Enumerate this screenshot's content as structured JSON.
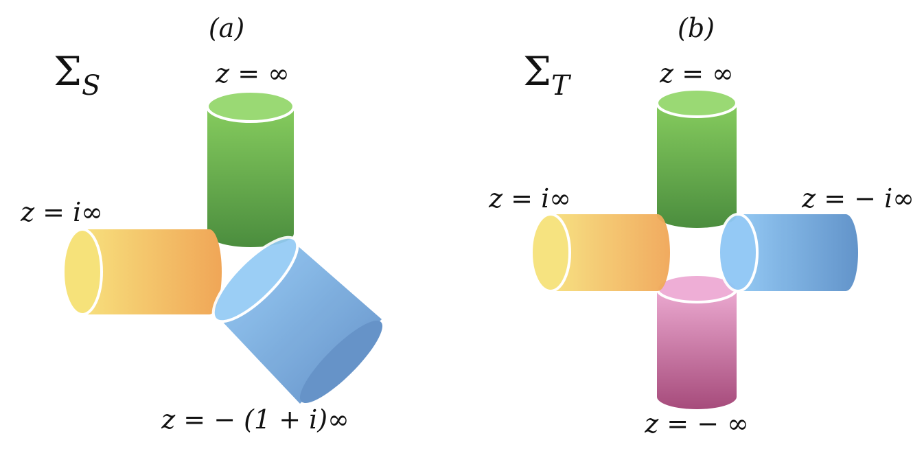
{
  "panel_a": {
    "tag": "(a)",
    "surface_symbol": "Σ",
    "surface_subscript": "S",
    "labels": {
      "top": "z = ∞",
      "left": "z = i∞",
      "bottom": "z = − (1 + i)∞"
    }
  },
  "panel_b": {
    "tag": "(b)",
    "surface_symbol": "Σ",
    "surface_subscript": "T",
    "labels": {
      "top": "z = ∞",
      "left": "z = i∞",
      "right": "z = − i∞",
      "bottom": "z = − ∞"
    }
  },
  "colors": {
    "green_light": "#9bdc74",
    "green_dark": "#4a8c3d",
    "yellow": "#f6e27a",
    "orange": "#f2a55a",
    "blue_light": "#8fc7f5",
    "blue_dark": "#5b8fc8",
    "pink_light": "#eeaed6",
    "pink_dark": "#a84a7a",
    "rim": "#ffffff"
  }
}
